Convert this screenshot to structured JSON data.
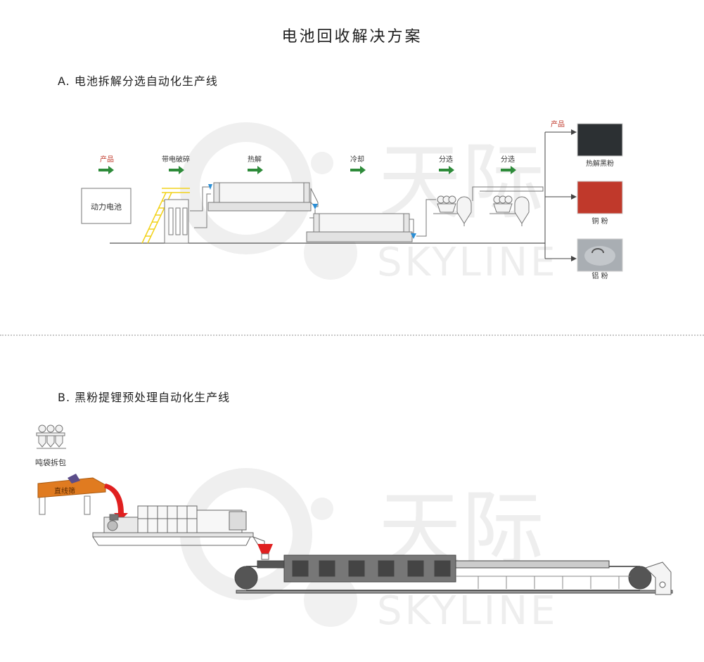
{
  "page": {
    "title": "电池回收解决方案",
    "section_a_title": "A. 电池拆解分选自动化生产线",
    "section_b_title": "B. 黑粉提锂预处理自动化生产线"
  },
  "section_a": {
    "input_box": "动力电池",
    "stage_labels": {
      "product": "产品",
      "crush": "带电破碎",
      "pyrolysis": "热解",
      "cooling": "冷却",
      "sort1": "分选",
      "sort2": "分选"
    },
    "outputs_label": "产品",
    "outputs": [
      {
        "name": "热解黑粉"
      },
      {
        "name": "铜 粉"
      },
      {
        "name": "铝 粉"
      }
    ]
  },
  "section_b": {
    "unpack_label": "吨袋拆包",
    "screen_label": "直线筛"
  },
  "watermark": {
    "brand_cn": "天际",
    "brand_en": "SKYLINE"
  },
  "colors": {
    "arrow_green": "#2e8b3a",
    "red_label": "#c0392b",
    "blue_joint": "#2b8fd6",
    "yellow_stair": "#f2d21b",
    "screen_orange": "#e07b20",
    "feed_red": "#e02020",
    "black_powder": "#2c3033",
    "copper_powder": "#c0392b",
    "aluminum_powder": "#a9aeb3",
    "watermark_gray": "#eeeeee"
  }
}
